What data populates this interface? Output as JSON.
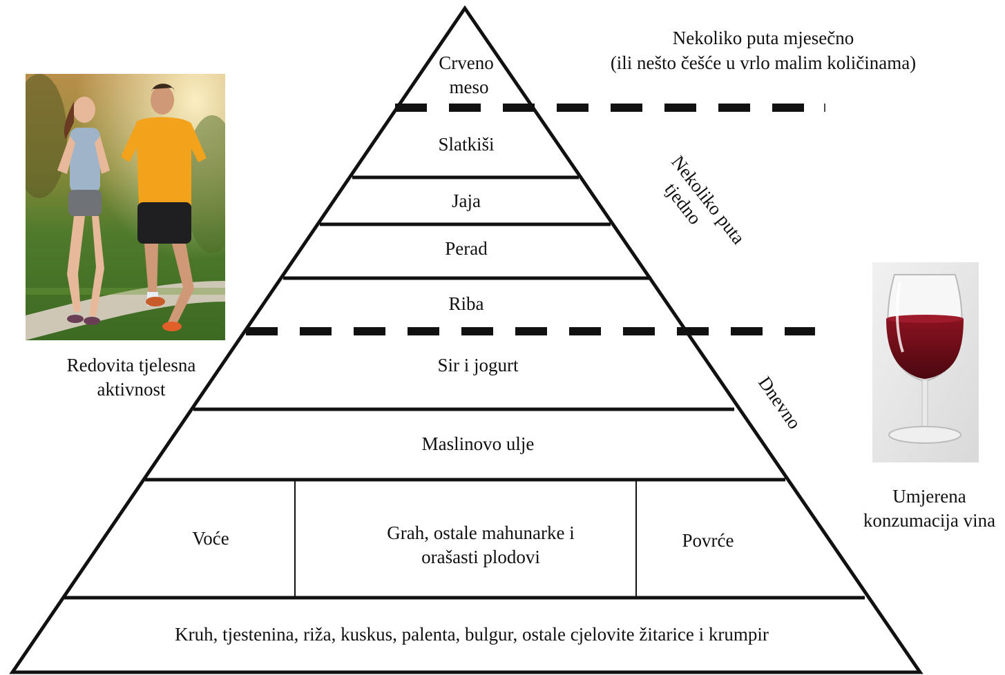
{
  "pyramid": {
    "top": [
      "Crveno",
      "meso"
    ],
    "levels": [
      "Slatkiši",
      "Jaja",
      "Perad",
      "Riba",
      "Sir i jogurt",
      "Maslinovo ulje"
    ],
    "row_left": "Voće",
    "row_middle": [
      "Grah, ostale mahunarke i",
      "orašasti plodovi"
    ],
    "row_right": "Povrće",
    "base": "Kruh, tjestenina, riža, kuskus, palenta, bulgur, ostale cjelovite žitarice i krumpir"
  },
  "frequency": {
    "monthly_line1": "Nekoliko puta mjesečno",
    "monthly_line2": "(ili nešto češće u vrlo malim količinama)",
    "weekly_line1": "Nekoliko puta",
    "weekly_line2": "tjedno",
    "daily": "Dnevno"
  },
  "activity": {
    "line1": "Redovita tjelesna",
    "line2": "aktivnost"
  },
  "wine": {
    "line1": "Umjerena",
    "line2": "konzumacija vina"
  },
  "colors": {
    "outline": "#111111",
    "wine": "#6b0d16",
    "shirt": "#f2a21b",
    "grass": "#5f8a2e"
  }
}
